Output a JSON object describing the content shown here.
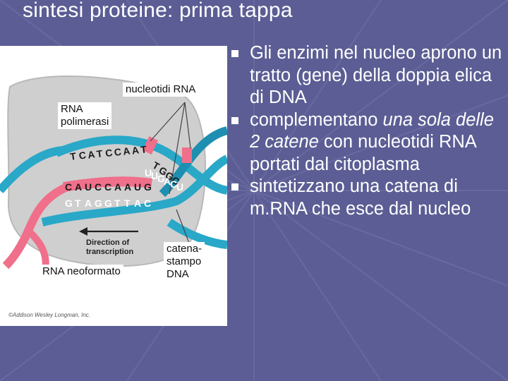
{
  "slide": {
    "title": "sintesi proteine: prima tappa"
  },
  "figure": {
    "label_nucleotides": "nucleotidi RNA",
    "label_polymerase_line1": "RNA",
    "label_polymerase_line2": "polimerasi",
    "label_new_rna": "RNA neoformato",
    "label_template_line1": "catena-",
    "label_template_line2": "stampo",
    "label_template_line3": "DNA",
    "direction_line1": "Direction of",
    "direction_line2": "transcription",
    "credit": "©Addison Wesley Longman, Inc.",
    "top_strand_letters": [
      "T",
      "C",
      "A",
      "T",
      "C",
      "C",
      "A",
      "A",
      "T",
      "T",
      "G",
      "G",
      "C"
    ],
    "rna_letters": [
      "C",
      "A",
      "U",
      "C",
      "C",
      "A",
      "A",
      "U",
      "G"
    ],
    "template_letters": [
      "G",
      "T",
      "A",
      "G",
      "G",
      "T",
      "T",
      "A",
      "C"
    ],
    "free_nucleotides": [
      "U",
      "U",
      "G",
      "A",
      "C",
      "U"
    ]
  },
  "bullets": [
    {
      "text": "Gli enzimi nel nucleo aprono un tratto (gene) della doppia elica di DNA"
    },
    {
      "pre": "complementano ",
      "italic": "una sola delle 2 catene",
      "post": " con nucleotidi RNA portati dal citoplasma"
    },
    {
      "text": "sintetizzano una catena di m.RNA che esce dal nucleo"
    }
  ],
  "colors": {
    "background": "#5b5d94",
    "dna_strand": "#29a8c8",
    "rna_strand": "#f06f8a",
    "polymerase": "#cfcfcf"
  }
}
